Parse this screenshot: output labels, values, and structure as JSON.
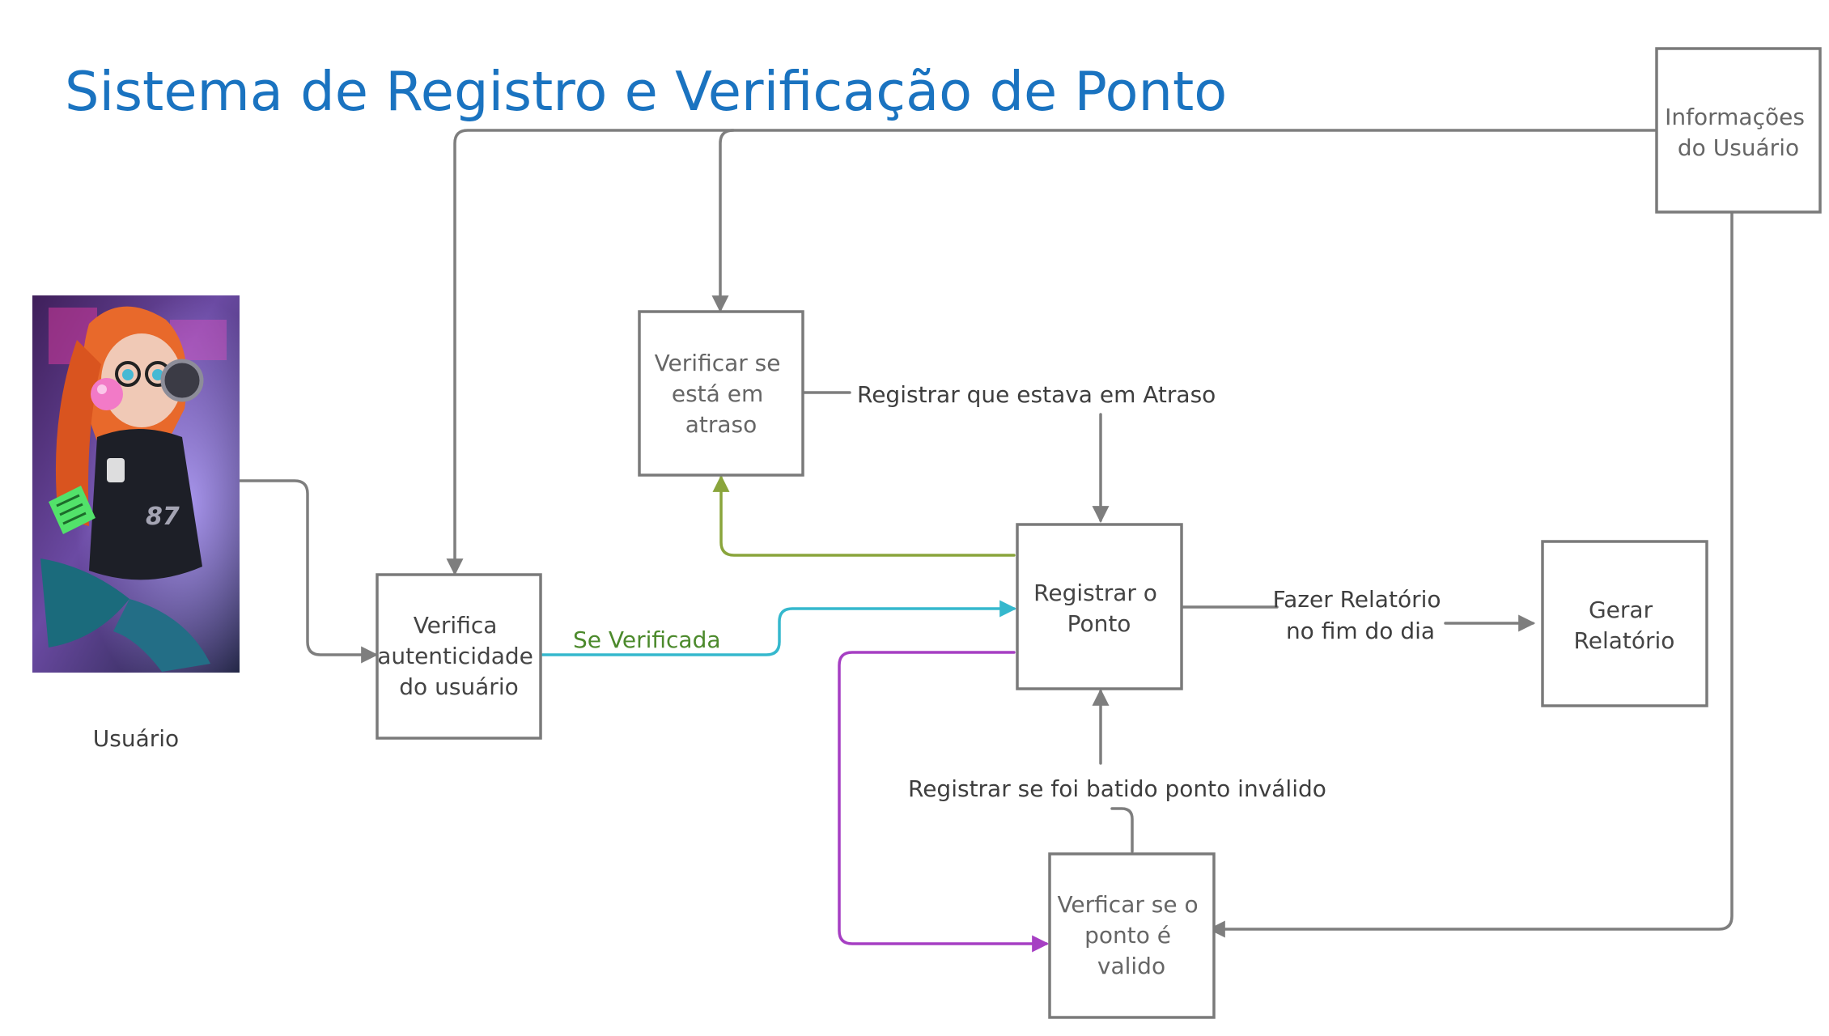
{
  "title": "Sistema de Registro e Verificação de Ponto",
  "actor": {
    "label": "Usuário",
    "image_kind": "avatar-illustration"
  },
  "nodes": {
    "verify_auth": [
      "Verifica",
      "autenticidade",
      "do usuário"
    ],
    "check_late": [
      "Verificar se",
      "está em",
      "atraso"
    ],
    "register": [
      "Registrar o",
      "Ponto"
    ],
    "check_valid": [
      "Verficar se o",
      "ponto é",
      "valido"
    ],
    "report": [
      "Gerar",
      "Relatório"
    ],
    "user_info": [
      "Informações",
      "do Usuário"
    ]
  },
  "edge_labels": {
    "verified": "Se Verificada",
    "late": "Registrar que estava em Atraso",
    "report": [
      "Fazer Relatório",
      "no fim do dia"
    ],
    "invalid": "Registrar se foi batido ponto inválido"
  },
  "colors": {
    "title": "#1a73c0",
    "box_stroke": "#7a7a7a",
    "gray_edge": "#7e7e7e",
    "teal_edge": "#35b8cd",
    "olive_edge": "#8aa53c",
    "purple_edge": "#a63fc3",
    "green_label": "#4c8a2c"
  }
}
